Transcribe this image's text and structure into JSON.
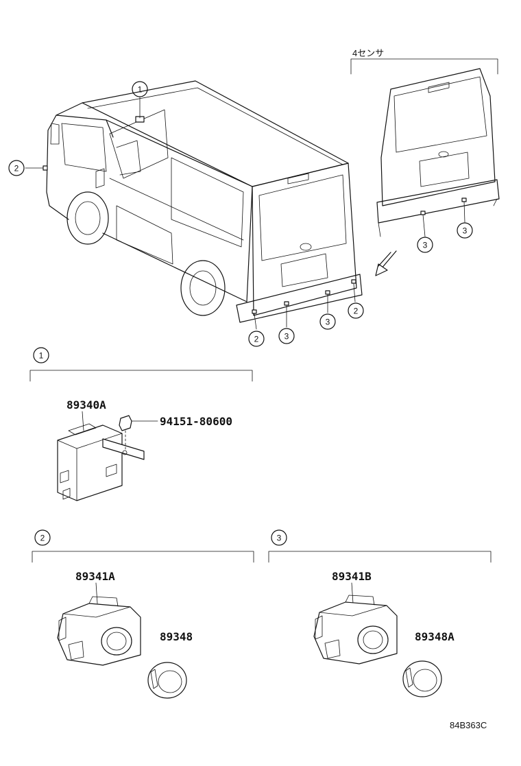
{
  "diagram_code": "84B363C",
  "sensor_group_label": "4センサ",
  "callouts": {
    "c1": "1",
    "c2": "2",
    "c3": "3"
  },
  "sections": [
    {
      "ref": "1",
      "parts": [
        "89340A",
        "94151-80600"
      ]
    },
    {
      "ref": "2",
      "parts": [
        "89341A",
        "89348"
      ]
    },
    {
      "ref": "3",
      "parts": [
        "89341B",
        "89348A"
      ]
    }
  ]
}
